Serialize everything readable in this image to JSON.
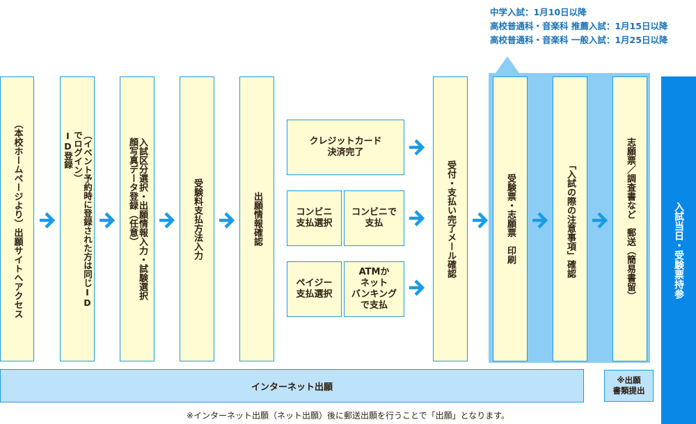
{
  "dates": {
    "line1": "中学入試：1月10日以降",
    "line2": "高校普通科・音楽科 推薦入試：1月15日以降",
    "line3": "高校普通科・音楽科 一般入試：1月25日以降"
  },
  "steps": {
    "access": "（本校ホームページより）出願サイトへアクセス",
    "id_register": "（イベント予約時に登録された方は同じID\nでログイン）\nID登録",
    "input": "入試区分選択・出願情報入力・試験選択\n顔写真データ登録（任意）",
    "payment_method": "受験料支払方法入力",
    "confirm": "出願情報確認",
    "receipt_mail": "受付・支払い完了メール確認",
    "print": "受験票・志願票　印刷",
    "notes": "「入試の際の注意事項」確認",
    "mail_docs": "志願票／調査書など　郵送（簡易書留）"
  },
  "payment": {
    "credit": "クレジットカード\n決済完了",
    "conv_select": "コンビニ\n支払選択",
    "conv_pay": "コンビニで\n支払",
    "payeasy_select": "ペイジー\n支払選択",
    "atm_pay": "ATMか\nネット\nバンキング\nで支払"
  },
  "exam_day": "入試当日・受験票持参",
  "internet_label": "インターネット出願",
  "mail_label": "※出願\n書類提出",
  "footnote": "※インターネット出願（ネット出願）後に郵送出願を行うことで「出願」となります。",
  "colors": {
    "box_fill": "#fffbd2",
    "border": "#1a9be6",
    "arrow": "#1a9be6",
    "highlight": "#8ccdf6",
    "exam_day_bar": "#0a88e8",
    "internet_bar": "#bde3fa"
  }
}
